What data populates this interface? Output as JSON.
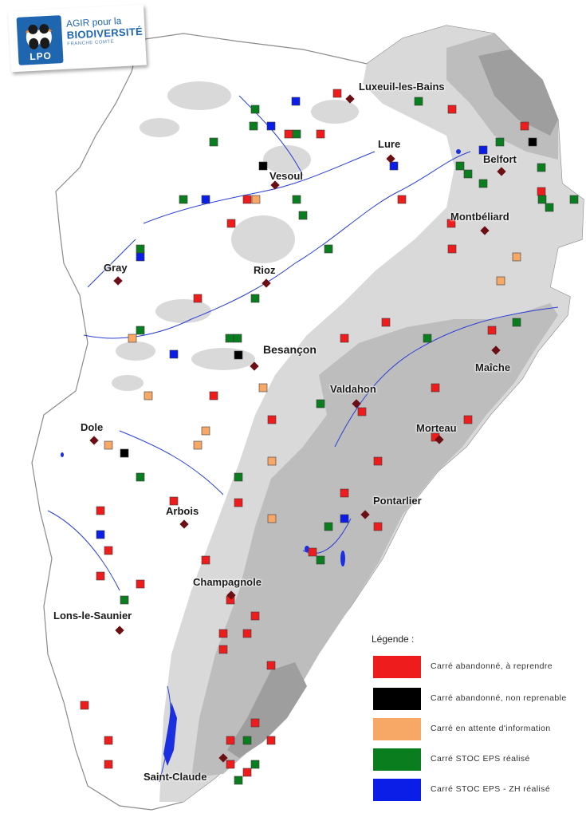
{
  "logo": {
    "line1": "AGIR pour la",
    "line2": "BIODIVERSITÉ",
    "line3": "FRANCHE COMTÉ",
    "badge": "LPO",
    "badge_color": "#1f66b0"
  },
  "cities": [
    {
      "name": "Luxeuil-les-Bains"
    },
    {
      "name": "Lure"
    },
    {
      "name": "Belfort"
    },
    {
      "name": "Vesoul"
    },
    {
      "name": "Montbéliard"
    },
    {
      "name": "Gray"
    },
    {
      "name": "Rioz"
    },
    {
      "name": "Besançon"
    },
    {
      "name": "Maîche"
    },
    {
      "name": "Valdahon"
    },
    {
      "name": "Dole"
    },
    {
      "name": "Morteau"
    },
    {
      "name": "Pontarlier"
    },
    {
      "name": "Arbois"
    },
    {
      "name": "Champagnole"
    },
    {
      "name": "Lons-le-Saunier"
    },
    {
      "name": "Saint-Claude"
    }
  ],
  "legend": {
    "title": "Légende :",
    "items": [
      {
        "label": "Carré abandonné, à reprendre",
        "color": "#ee1c1c"
      },
      {
        "label": "Carré abandonné, non reprenable",
        "color": "#000000"
      },
      {
        "label": "Carré en attente d'information",
        "color": "#f7a866"
      },
      {
        "label": "Carré STOC EPS réalisé",
        "color": "#0a7d1e"
      },
      {
        "label": "Carré STOC EPS - ZH réalisé",
        "color": "#0a1ee8"
      }
    ]
  },
  "colors": {
    "city_marker": "#6b0f14",
    "river": "#2a3fd6",
    "relief_light": "#d6d6d6",
    "relief_mid": "#b8b8b8",
    "relief_dark": "#9a9a9a"
  }
}
